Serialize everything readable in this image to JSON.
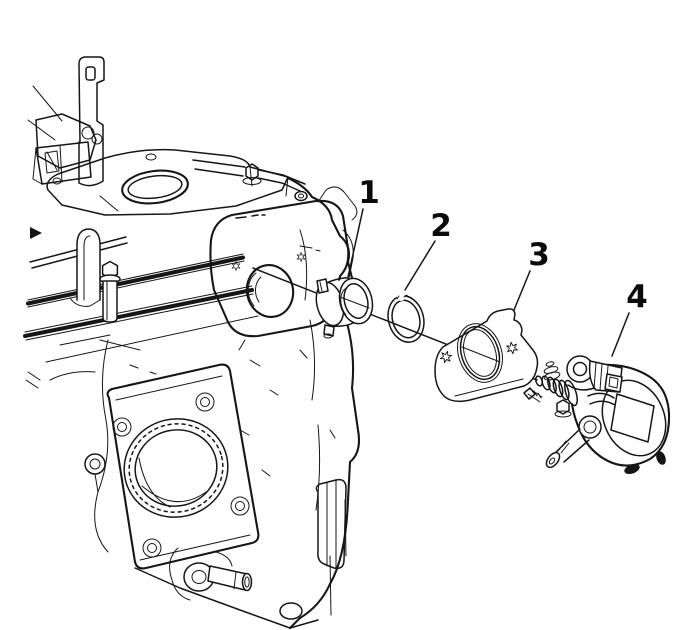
{
  "diagram": {
    "type": "exploded-parts-illustration",
    "background_color": "#ffffff",
    "line_color": "#161616",
    "callouts": [
      {
        "label": "1",
        "part_name": "mounting-bushing"
      },
      {
        "label": "2",
        "part_name": "o-ring-seal"
      },
      {
        "label": "3",
        "part_name": "mounting-gasket"
      },
      {
        "label": "4",
        "part_name": "high-pressure-fuel-pump"
      }
    ]
  }
}
